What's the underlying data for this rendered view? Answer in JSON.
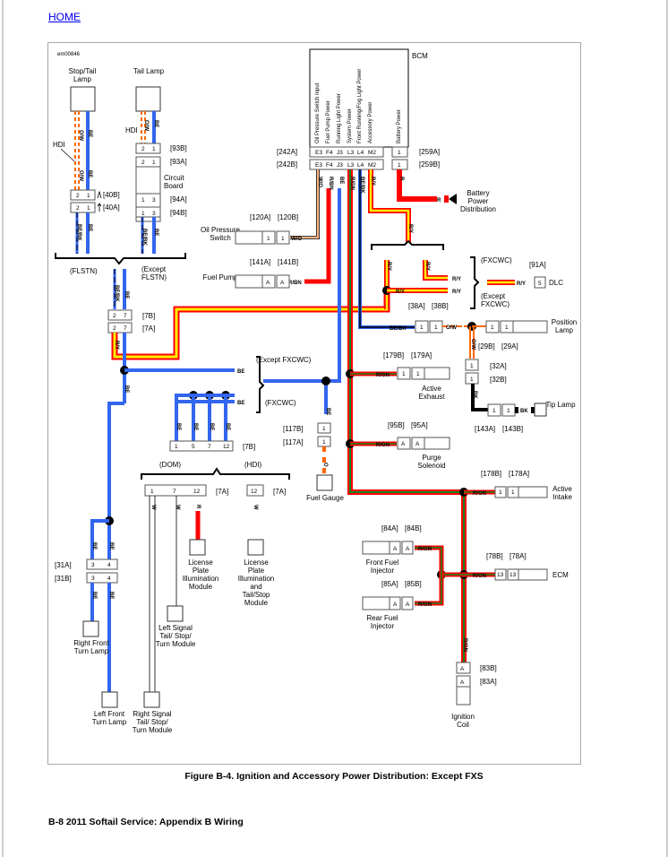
{
  "nav": {
    "home_link": "HOME"
  },
  "figure": {
    "id_code": "em00846",
    "caption": "Figure B-4. Ignition and Accessory Power Distribution: Except FXS"
  },
  "footer": {
    "text": "B-8  2011 Softail Service:  Appendix B Wiring"
  },
  "wire_colors": {
    "BE": "#3366ee",
    "R": "#ff0000",
    "Y": "#ffee00",
    "GN": "#118822",
    "O": "#ff6600",
    "W": "#ffffff",
    "BK": "#000000",
    "BN": "#993300"
  },
  "bcm": {
    "title": "BCM",
    "pin_functions": [
      "Oil Pressure Switch Input",
      "Fuel Pump Power",
      "Running Light Power",
      "System Power",
      "Front Running/Fog Light Power",
      "Accessory Power",
      "Battery Power"
    ],
    "pins": [
      "E3",
      "F4",
      "J3",
      "L3",
      "L4",
      "M2"
    ],
    "battery_pin": "1",
    "connector_left_a": "[242A]",
    "connector_left_b": "[242B]",
    "connector_right_a": "[259A]",
    "connector_right_b": "[259B]",
    "wires": [
      "W/O",
      "R/BN",
      "BE",
      "R/GN",
      "BE/BK",
      "R/Y",
      "R"
    ]
  },
  "components": {
    "stop_tail_lamp": "Stop/Tail Lamp",
    "tail_lamp": "Tail Lamp",
    "circuit_board": "Circuit Board",
    "oil_pressure_switch": "Oil Pressure Switch",
    "fuel_pump": "Fuel Pump",
    "battery_power_distribution": "Battery Power Distribution",
    "dlc": "DLC",
    "position_lamp": "Position Lamp",
    "tip_lamp": "Tip Lamp",
    "active_exhaust": "Active Exhaust",
    "purge_solenoid": "Purge Solenoid",
    "active_intake": "Active Intake",
    "ecm": "ECM",
    "front_fuel_injector": "Front Fuel Injector",
    "rear_fuel_injector": "Rear Fuel Injector",
    "ignition_coil": "Ignition Coil",
    "fuel_gauge": "Fuel Gauge",
    "right_front_turn_lamp": "Right Front Turn Lamp",
    "left_front_turn_lamp": "Left Front Turn Lamp",
    "right_signal_module": "Right Signal Tail/ Stop/ Turn Module",
    "left_signal_module": "Left Signal Tail/ Stop/ Turn Module",
    "license_plate_module": "License Plate Illumination Module",
    "license_plate_tail_stop_module": "License Plate Illumination and Tail/Stop Module"
  },
  "connectors": {
    "c40a": "[40A]",
    "c40b": "[40B]",
    "c93a": "[93A]",
    "c93b": "[93B]",
    "c94a": "[94A]",
    "c94b": "[94B]",
    "c7a": "[7A]",
    "c7b": "[7B]",
    "c120a": "[120A]",
    "c120b": "[120B]",
    "c141a": "[141A]",
    "c141b": "[141B]",
    "c91a": "[91A]",
    "c38a": "[38A]",
    "c38b": "[38B]",
    "c29a": "[29A]",
    "c29b": "[29B]",
    "c32a": "[32A]",
    "c32b": "[32B]",
    "c143a": "[143A]",
    "c143b": "[143B]",
    "c179a": "[179A]",
    "c179b": "[179B]",
    "c95a": "[95A]",
    "c95b": "[95B]",
    "c178a": "[178A]",
    "c178b": "[178B]",
    "c78a": "[78A]",
    "c78b": "[78B]",
    "c84a": "[84A]",
    "c84b": "[84B]",
    "c85a": "[85A]",
    "c85b": "[85B]",
    "c83a": "[83A]",
    "c83b": "[83B]",
    "c117a": "[117A]",
    "c117b": "[117B]",
    "c31a": "[31A]",
    "c31b": "[31B]"
  },
  "variants": {
    "hdi": "HDI",
    "flstn": "(FLSTN)",
    "except_flstn": "(Except FLSTN)",
    "fxcwc": "(FXCWC)",
    "except_fxcwc": "(Except FXCWC)",
    "dom": "(DOM)",
    "hdi_paren": "(HDI)"
  },
  "wire_labels": {
    "ow": "O/W",
    "be": "BE",
    "bebk": "BE/BK",
    "ry": "R/Y",
    "r": "R",
    "wo": "W/O",
    "rbn": "R/BN",
    "rgn": "R/GN",
    "bk": "BK",
    "o": "O",
    "w": "W"
  },
  "pin_numbers": {
    "p1": "1",
    "p2": "2",
    "p3": "3",
    "p4": "4",
    "p5": "5",
    "p7": "7",
    "p12": "12",
    "p13": "13",
    "pA": "A"
  }
}
